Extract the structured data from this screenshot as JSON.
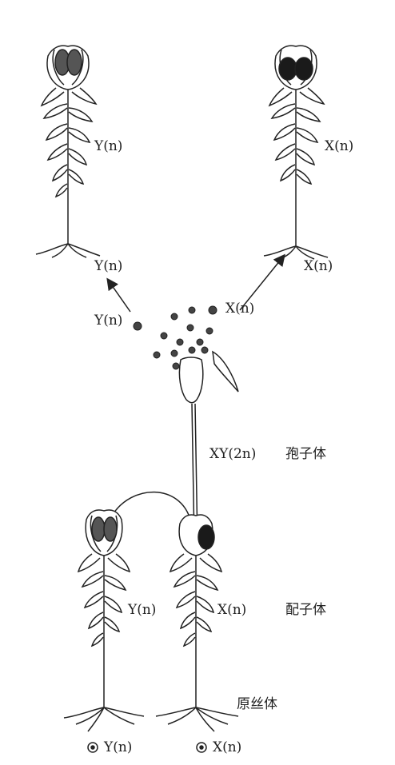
{
  "labels": {
    "top_left_plant": "Y(n)",
    "top_right_plant": "X(n)",
    "top_left_base": "Y(n)",
    "top_right_base": "X(n)",
    "spore_left": "Y(n)",
    "spore_right": "X(n)",
    "sporophyte": "XY(2n)",
    "sporophyte_cn": "孢子体",
    "gametophyte_left": "Y(n)",
    "gametophyte_right": "X(n)",
    "gametophyte_cn": "配子体",
    "protonema_cn": "原丝体",
    "bottom_left_spore": "Y(n)",
    "bottom_right_spore": "X(n)"
  },
  "colors": {
    "ink": "#222222",
    "dark_fill": "#1a1a1a",
    "paper": "#ffffff"
  }
}
